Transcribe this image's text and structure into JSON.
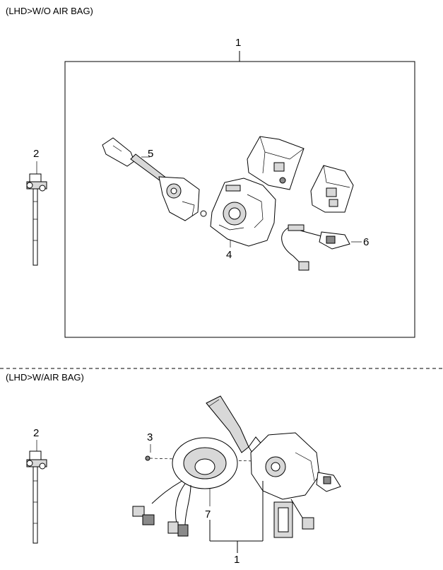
{
  "sections": {
    "top": {
      "title": "(LHD>W/O AIR BAG)"
    },
    "bottom": {
      "title": "(LHD>W/AIR BAG)"
    }
  },
  "callouts": {
    "top_assembly": "1",
    "top_clip": "2",
    "top_switch_body": "4",
    "top_lever": "5",
    "top_wiper_switch": "6",
    "bottom_clip": "2",
    "bottom_screw": "3",
    "bottom_clock_spring": "7",
    "bottom_assembly": "1"
  }
}
